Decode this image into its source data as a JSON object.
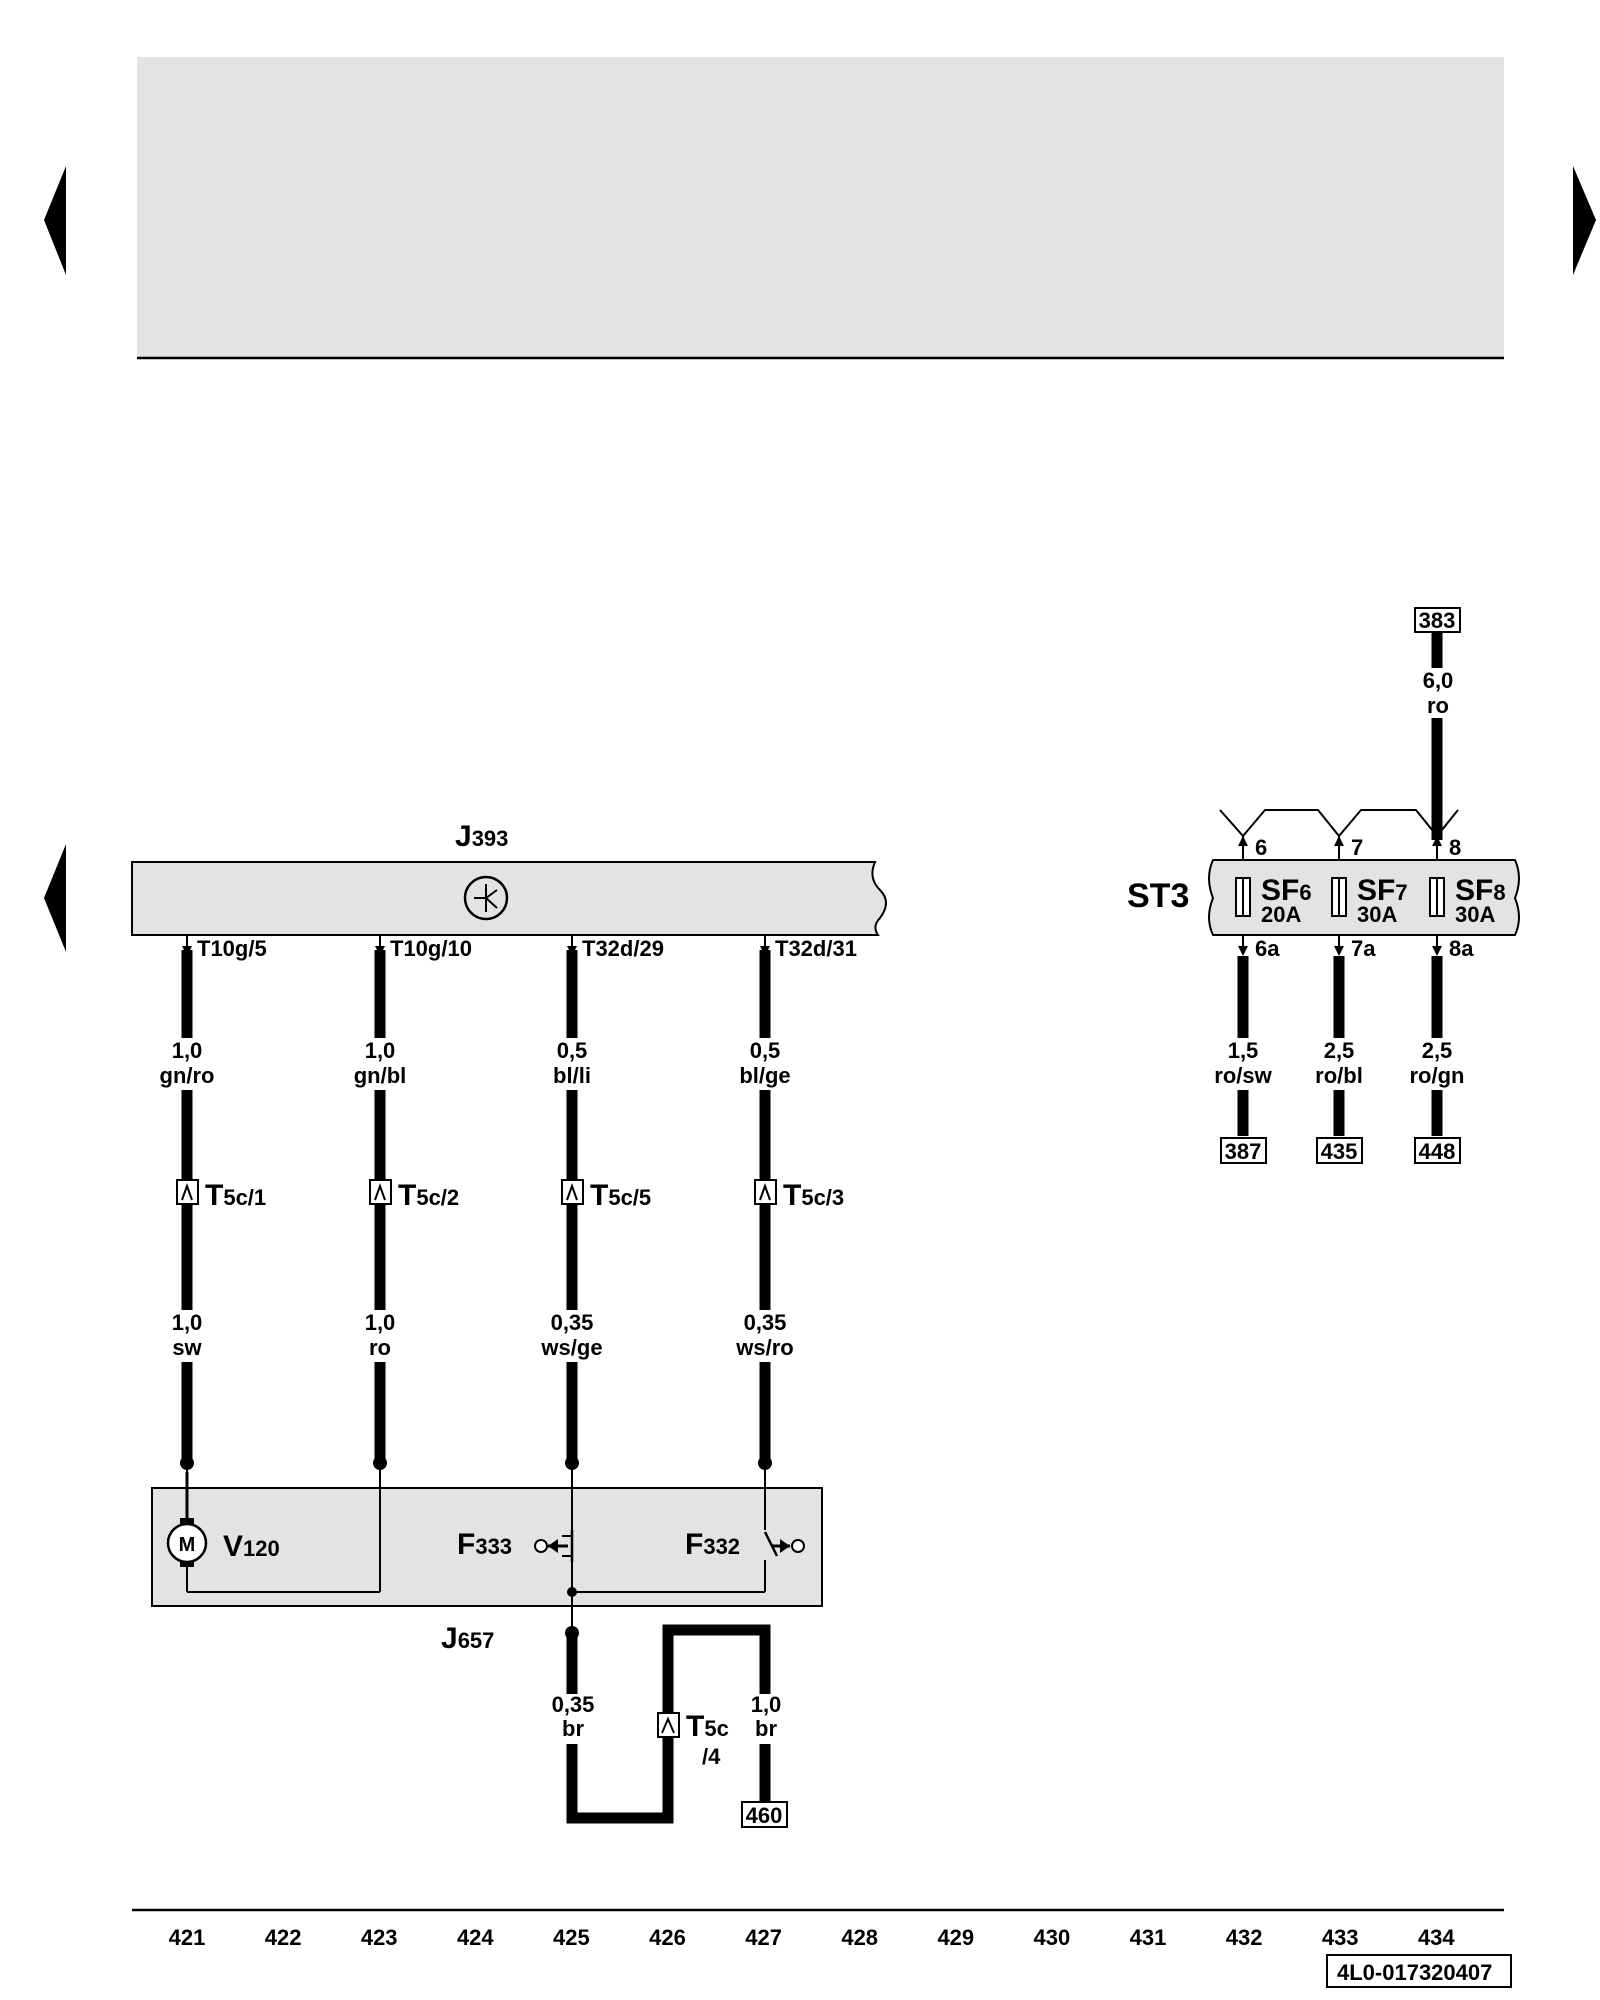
{
  "title_band": {
    "color": "#e3e3e3"
  },
  "control_unit": {
    "label": "J",
    "label_sub": "393",
    "pins": [
      {
        "label": "T10g/5"
      },
      {
        "label": "T10g/10"
      },
      {
        "label": "T32d/29"
      },
      {
        "label": "T32d/31"
      }
    ]
  },
  "wires_upper": [
    {
      "size": "1,0",
      "color": "gn/ro"
    },
    {
      "size": "1,0",
      "color": "gn/bl"
    },
    {
      "size": "0,5",
      "color": "bl/li"
    },
    {
      "size": "0,5",
      "color": "bl/ge"
    }
  ],
  "connectors": [
    {
      "main": "T",
      "sub": "5c/1"
    },
    {
      "main": "T",
      "sub": "5c/2"
    },
    {
      "main": "T",
      "sub": "5c/5"
    },
    {
      "main": "T",
      "sub": "5c/3"
    }
  ],
  "wires_lower": [
    {
      "size": "1,0",
      "color": "sw"
    },
    {
      "size": "1,0",
      "color": "ro"
    },
    {
      "size": "0,35",
      "color": "ws/ge"
    },
    {
      "size": "0,35",
      "color": "ws/ro"
    }
  ],
  "module": {
    "label": "J",
    "label_sub": "657",
    "motor": {
      "symbol": "M",
      "label": "V",
      "label_sub": "120"
    },
    "switch_a": {
      "label": "F",
      "label_sub": "333"
    },
    "switch_b": {
      "label": "F",
      "label_sub": "332"
    }
  },
  "ground_wires": [
    {
      "size": "0,35",
      "color": "br"
    },
    {
      "size": "1,0",
      "color": "br"
    }
  ],
  "ground_connector": {
    "main": "T",
    "sub": "5c",
    "sub2": "/4"
  },
  "ground_ref": "460",
  "fuse_carrier": {
    "label": "ST3",
    "input_ref": "383",
    "input_wire": {
      "size": "6,0",
      "color": "ro"
    },
    "fuses": [
      {
        "name": "SF",
        "num": "6",
        "rating": "20A",
        "pin_in": "6",
        "pin_out": "6a",
        "wire_size": "1,5",
        "wire_color": "ro/sw",
        "ref": "387"
      },
      {
        "name": "SF",
        "num": "7",
        "rating": "30A",
        "pin_in": "7",
        "pin_out": "7a",
        "wire_size": "2,5",
        "wire_color": "ro/bl",
        "ref": "435"
      },
      {
        "name": "SF",
        "num": "8",
        "rating": "30A",
        "pin_in": "8",
        "pin_out": "8a",
        "wire_size": "2,5",
        "wire_color": "ro/gn",
        "ref": "448"
      }
    ]
  },
  "tracks": [
    "421",
    "422",
    "423",
    "424",
    "425",
    "426",
    "427",
    "428",
    "429",
    "430",
    "431",
    "432",
    "433",
    "434"
  ],
  "doc_number": "4L0-017320407"
}
